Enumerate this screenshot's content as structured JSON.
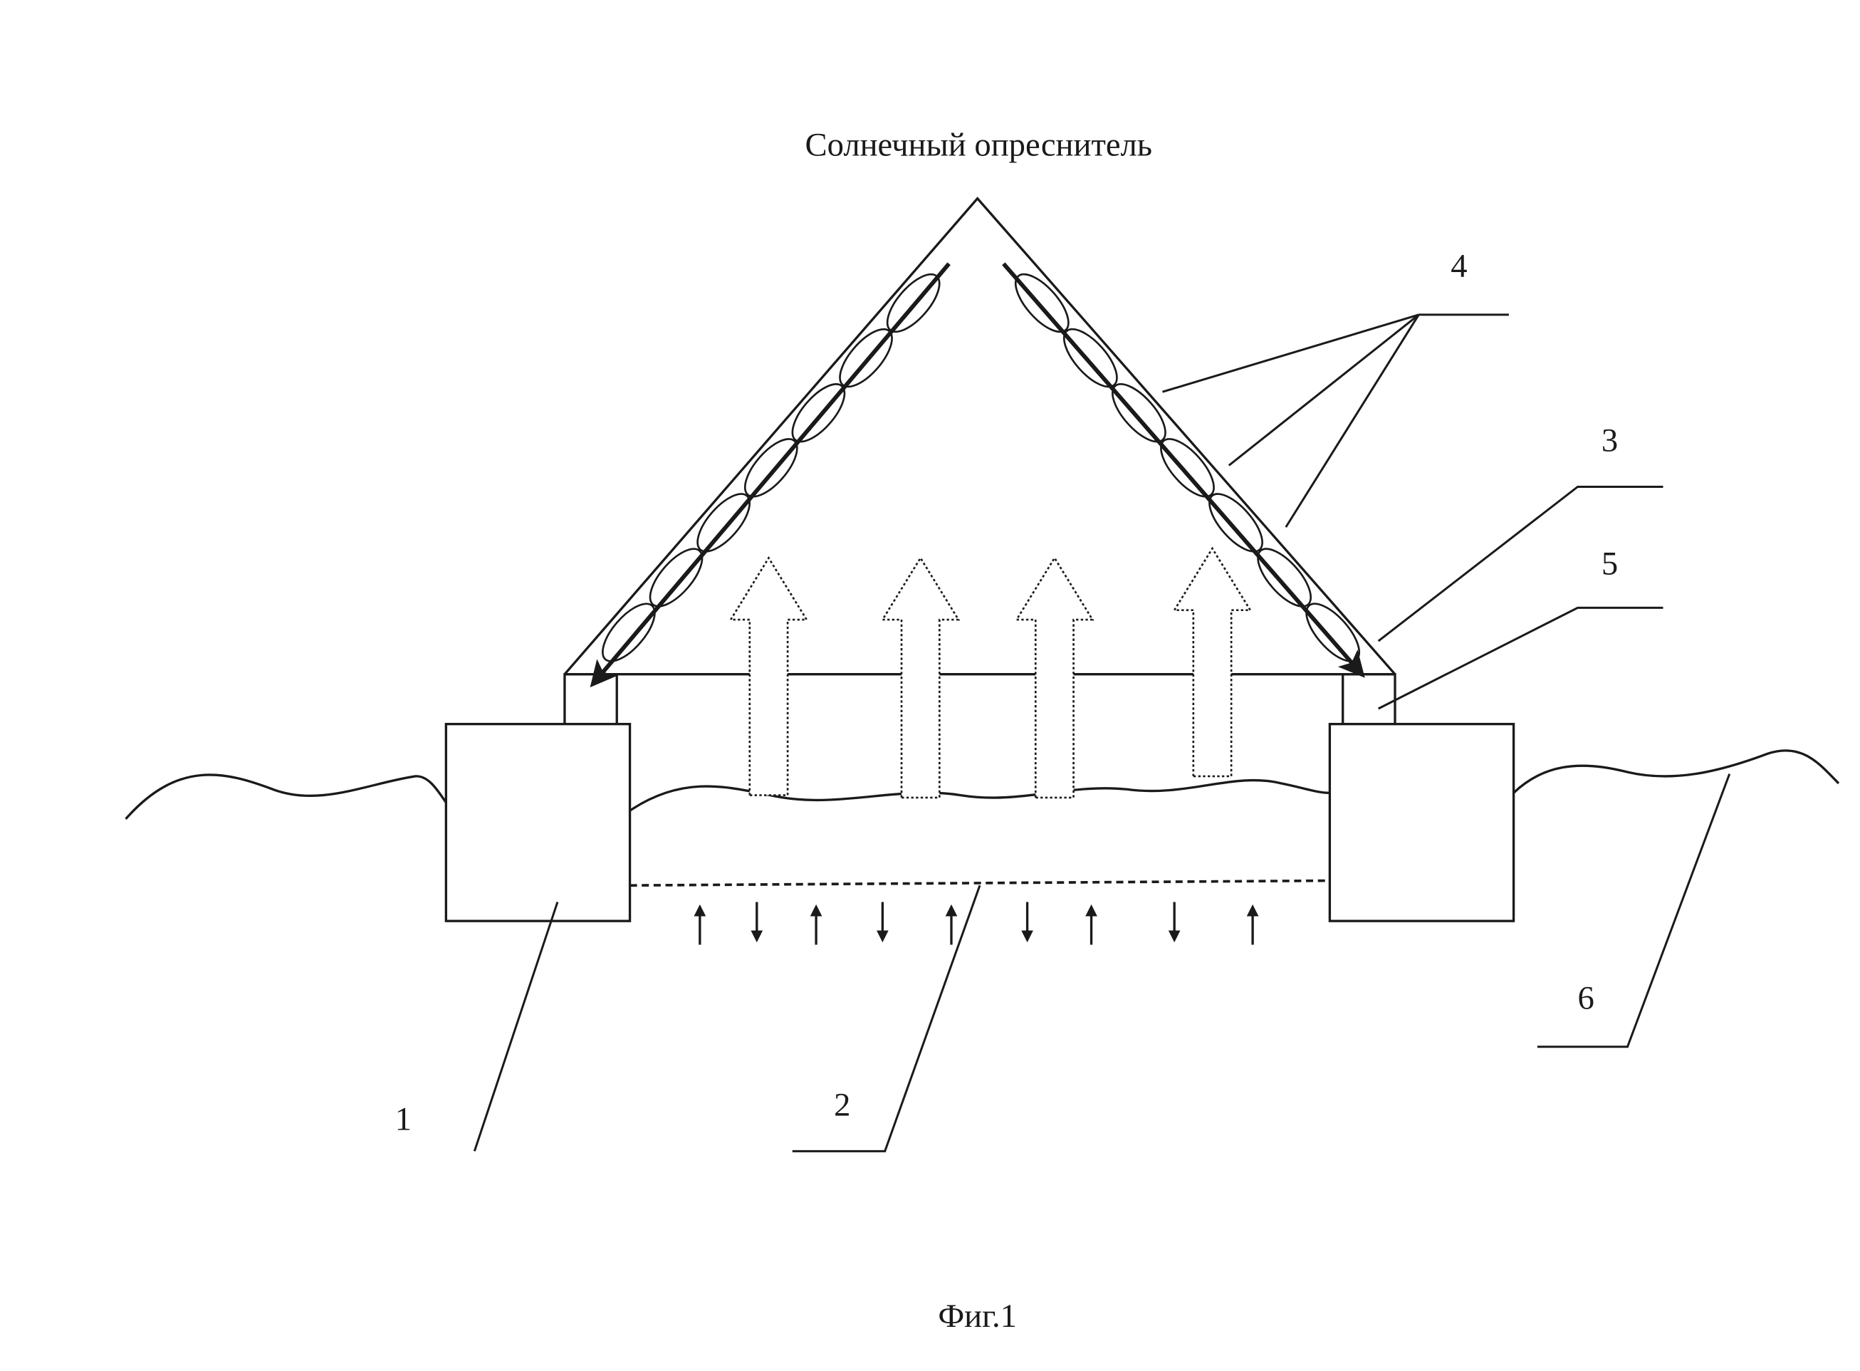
{
  "title": "Солнечный опреснитель",
  "caption": "Фиг.1",
  "labels": {
    "l1": "1",
    "l2": "2",
    "l3": "3",
    "l4": "4",
    "l5": "5",
    "l6": "6"
  },
  "colors": {
    "ink": "#1a1a1a",
    "background": "#ffffff"
  }
}
